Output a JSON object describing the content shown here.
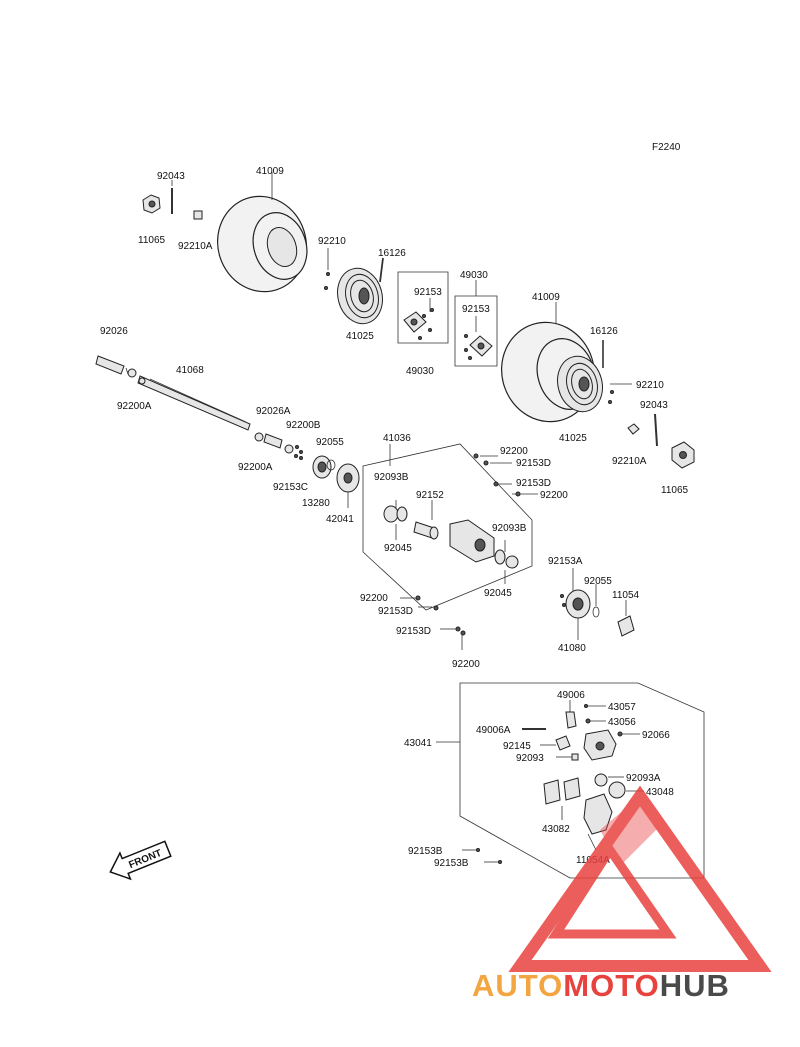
{
  "diagram_code": "F2240",
  "parts": {
    "p92043_top": "92043",
    "p41009_top": "41009",
    "p11065_top": "11065",
    "p92210A_top": "92210A",
    "p92210_top": "92210",
    "p16126_top": "16126",
    "p49030_top": "49030",
    "p92153_a": "92153",
    "p92153_b": "92153",
    "p41025_top": "41025",
    "p49030_bot": "49030",
    "p41009_right": "41009",
    "p16126_right": "16126",
    "p92210_right": "92210",
    "p92043_right": "92043",
    "p41025_right": "41025",
    "p92210A_right": "92210A",
    "p11065_right": "11065",
    "p92026": "92026",
    "p41068": "41068",
    "p92200A_1": "92200A",
    "p92026A": "92026A",
    "p92200B": "92200B",
    "p92055_a": "92055",
    "p92200A_2": "92200A",
    "p92153C": "92153C",
    "p13280": "13280",
    "p42041": "42041",
    "p41036": "41036",
    "p92200_1": "92200",
    "p92153D_1": "92153D",
    "p92153D_2": "92153D",
    "p92200_2": "92200",
    "p92093B_1": "92093B",
    "p92152": "92152",
    "p92093B_2": "92093B",
    "p92045_1": "92045",
    "p92045_2": "92045",
    "p92153A": "92153A",
    "p92055_b": "92055",
    "p11054": "11054",
    "p41080": "41080",
    "p92200_3": "92200",
    "p92153D_3": "92153D",
    "p92153D_4": "92153D",
    "p92200_4": "92200",
    "p49006": "49006",
    "p43057": "43057",
    "p43056": "43056",
    "p49006A": "49006A",
    "p43041": "43041",
    "p92066": "92066",
    "p92145": "92145",
    "p92093": "92093",
    "p92093A": "92093A",
    "p43048": "43048",
    "p43082": "43082",
    "p11054A": "11054A",
    "p92153B_1": "92153B",
    "p92153B_2": "92153B"
  },
  "front_label": "FRONT",
  "watermark": {
    "part1": "AUTO",
    "part2": "MOTO",
    "part3": "HUB",
    "color1": "#f2a541",
    "color2": "#e8423f",
    "color3": "#4a4a4a"
  }
}
